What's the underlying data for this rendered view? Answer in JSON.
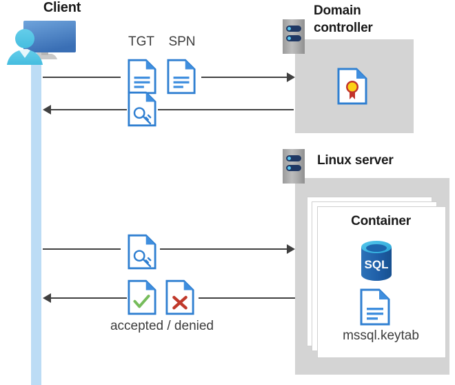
{
  "diagram": {
    "title": "Kerberos authentication flow between client, domain controller and SQL Server Linux container",
    "background_color": "#ffffff",
    "zone_color": "#d4d4d4",
    "lifeline_color": "#bcdcf5",
    "accent_blue": "#2f7fd1",
    "arrow_color": "#404040"
  },
  "actors": {
    "client": {
      "label": "Client",
      "icon": "client-monitor-person-icon"
    },
    "domain_controller": {
      "label_line1": "Domain",
      "label_line2": "controller",
      "icon": "server-rack-icon",
      "contents": [
        {
          "label": "",
          "icon": "certificate-document-icon"
        }
      ]
    },
    "linux_server": {
      "label": "Linux server",
      "icon": "server-rack-icon",
      "container": {
        "label": "Container",
        "stack_count": 3,
        "contents": [
          {
            "label": "",
            "icon": "sql-database-icon"
          },
          {
            "label": "mssql.keytab",
            "icon": "keytab-document-icon"
          }
        ]
      }
    }
  },
  "messages": [
    {
      "id": "request-ticket",
      "direction": "right",
      "from": "client",
      "to": "domain_controller",
      "icons": [
        {
          "label": "TGT",
          "icon": "text-document-icon"
        },
        {
          "label": "SPN",
          "icon": "text-document-icon"
        }
      ],
      "caption": ""
    },
    {
      "id": "ticket-granted",
      "direction": "left",
      "from": "domain_controller",
      "to": "client",
      "icons": [
        {
          "label": "",
          "icon": "key-document-icon"
        }
      ],
      "caption": ""
    },
    {
      "id": "present-ticket",
      "direction": "right",
      "from": "client",
      "to": "linux_server",
      "icons": [
        {
          "label": "",
          "icon": "key-document-icon"
        }
      ],
      "caption": ""
    },
    {
      "id": "auth-result",
      "direction": "left",
      "from": "linux_server",
      "to": "client",
      "icons": [
        {
          "label": "",
          "icon": "check-document-icon"
        },
        {
          "label": "",
          "icon": "cross-document-icon"
        }
      ],
      "caption": "accepted / denied"
    }
  ],
  "labels": {
    "tgt": "TGT",
    "spn": "SPN",
    "accepted_denied": "accepted / denied",
    "keytab_file": "mssql.keytab",
    "container": "Container",
    "client": "Client",
    "domain_line1": "Domain",
    "domain_line2": "controller",
    "linux_server": "Linux server"
  }
}
